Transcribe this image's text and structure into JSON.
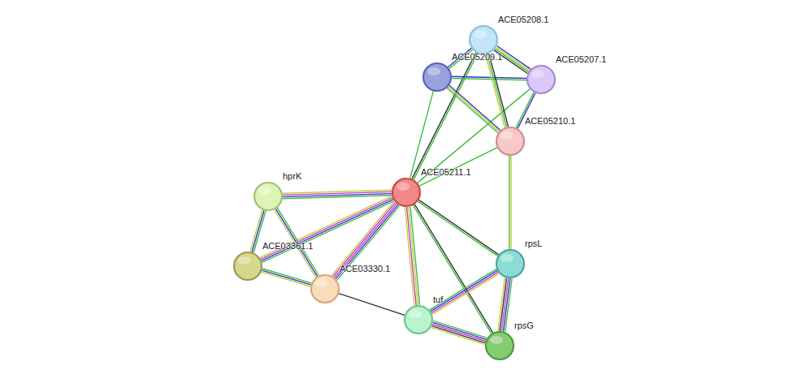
{
  "diagram": {
    "nodes": [
      {
        "text": [
          "ACE05208.1"
        ]
      },
      {
        "text": [
          "ACE05209.1"
        ]
      },
      {
        "text": [
          "ACE05207.1"
        ]
      },
      {
        "text": [
          "ACE05210.1"
        ]
      },
      {
        "text": [
          "ACE05211.1"
        ]
      },
      {
        "text": [
          "hprK"
        ]
      },
      {
        "text": [
          "ACE03361.1"
        ]
      },
      {
        "text": [
          "ACE03330.1"
        ]
      },
      {
        "text": [
          "rpsL"
        ]
      },
      {
        "text": [
          "tuf"
        ]
      },
      {
        "text": [
          "rpsG"
        ]
      }
    ],
    "edges": [
      {
        "from": 4,
        "to": 0,
        "arrow": "none"
      },
      {
        "from": 4,
        "to": 1,
        "arrow": "none"
      },
      {
        "from": 4,
        "to": 2,
        "arrow": "none"
      },
      {
        "from": 4,
        "to": 3,
        "arrow": "none"
      },
      {
        "from": 1,
        "to": 0,
        "arrow": "none"
      },
      {
        "from": 1,
        "to": 2,
        "arrow": "none"
      },
      {
        "from": 1,
        "to": 3,
        "arrow": "none"
      },
      {
        "from": 0,
        "to": 2,
        "arrow": "none"
      },
      {
        "from": 0,
        "to": 3,
        "arrow": "none"
      },
      {
        "from": 2,
        "to": 3,
        "arrow": "none"
      },
      {
        "from": 3,
        "to": 8,
        "arrow": "none"
      },
      {
        "from": 4,
        "to": 5,
        "arrow": "none"
      },
      {
        "from": 4,
        "to": 6,
        "arrow": "none"
      },
      {
        "from": 4,
        "to": 7,
        "arrow": "none"
      },
      {
        "from": 4,
        "to": 8,
        "arrow": "none"
      },
      {
        "from": 4,
        "to": 9,
        "arrow": "none"
      },
      {
        "from": 4,
        "to": 10,
        "arrow": "none"
      },
      {
        "from": 5,
        "to": 6,
        "arrow": "none"
      },
      {
        "from": 5,
        "to": 7,
        "arrow": "none"
      },
      {
        "from": 6,
        "to": 7,
        "arrow": "none"
      },
      {
        "from": 7,
        "to": 9,
        "arrow": "none"
      },
      {
        "from": 9,
        "to": 8,
        "arrow": "none"
      },
      {
        "from": 9,
        "to": 10,
        "arrow": "none"
      },
      {
        "from": 8,
        "to": 10,
        "arrow": "none"
      }
    ]
  }
}
